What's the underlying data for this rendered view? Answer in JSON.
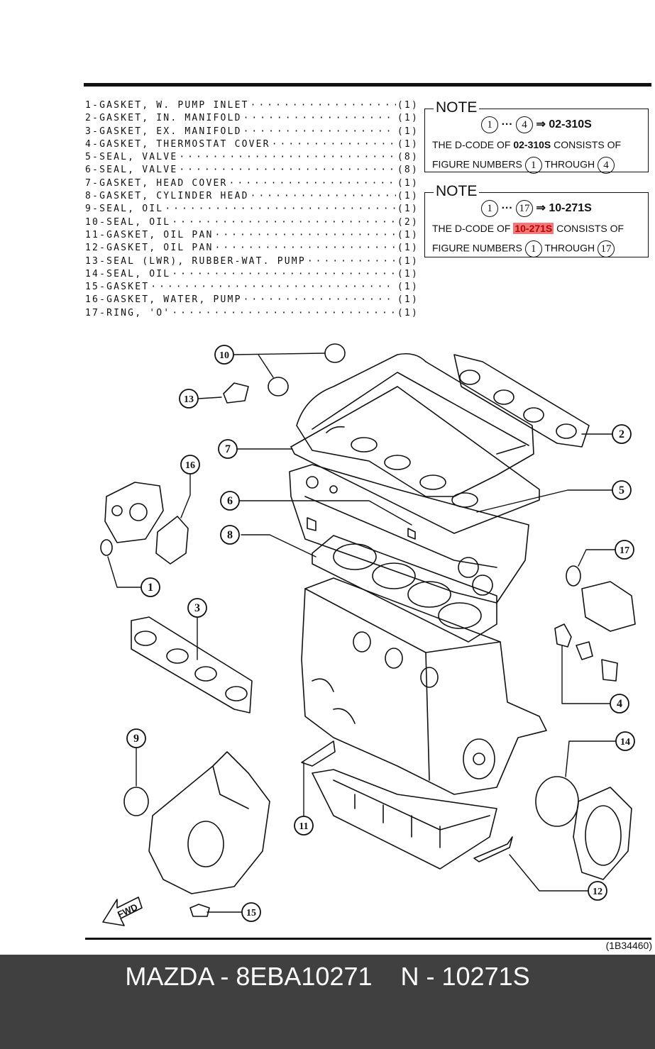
{
  "parts_list": [
    {
      "num": "1",
      "desc": "GASKET, W. PUMP INLET",
      "qty": "(1)"
    },
    {
      "num": "2",
      "desc": "GASKET, IN. MANIFOLD",
      "qty": "(1)"
    },
    {
      "num": "3",
      "desc": "GASKET, EX. MANIFOLD",
      "qty": "(1)"
    },
    {
      "num": "4",
      "desc": "GASKET, THERMOSTAT COVER",
      "qty": "(1)"
    },
    {
      "num": "5",
      "desc": "SEAL, VALVE",
      "qty": "(8)"
    },
    {
      "num": "6",
      "desc": "SEAL, VALVE",
      "qty": "(8)"
    },
    {
      "num": "7",
      "desc": "GASKET, HEAD COVER",
      "qty": "(1)"
    },
    {
      "num": "8",
      "desc": "GASKET, CYLINDER HEAD",
      "qty": "(1)"
    },
    {
      "num": "9",
      "desc": "SEAL, OIL",
      "qty": "(1)"
    },
    {
      "num": "10",
      "desc": "SEAL, OIL",
      "qty": "(2)"
    },
    {
      "num": "11",
      "desc": "GASKET, OIL PAN",
      "qty": "(1)"
    },
    {
      "num": "12",
      "desc": "GASKET, OIL PAN",
      "qty": "(1)"
    },
    {
      "num": "13",
      "desc": "SEAL (LWR), RUBBER-WAT. PUMP",
      "qty": "(1)"
    },
    {
      "num": "14",
      "desc": "SEAL, OIL",
      "qty": "(1)"
    },
    {
      "num": "15",
      "desc": "GASKET",
      "qty": "(1)"
    },
    {
      "num": "16",
      "desc": "GASKET, WATER, PUMP",
      "qty": "(1)"
    },
    {
      "num": "17",
      "desc": "RING, 'O'",
      "qty": "(1)"
    }
  ],
  "notes": [
    {
      "title": "NOTE",
      "from": "1",
      "to": "4",
      "arrow": "⇒",
      "code": "02-310S",
      "text_a": "THE D-CODE OF",
      "text_b": "CONSISTS OF",
      "text_c": "FIGURE NUMBERS",
      "text_d": "THROUGH",
      "highlight": false
    },
    {
      "title": "NOTE",
      "from": "1",
      "to": "17",
      "arrow": "⇒",
      "code": "10-271S",
      "text_a": "THE D-CODE OF",
      "text_b": "CONSISTS OF",
      "text_c": "FIGURE NUMBERS",
      "text_d": "THROUGH",
      "highlight": true
    }
  ],
  "callouts": [
    "1",
    "2",
    "3",
    "4",
    "5",
    "6",
    "7",
    "8",
    "9",
    "10",
    "11",
    "12",
    "13",
    "14",
    "15",
    "16",
    "17"
  ],
  "fwd_label": "FWD",
  "diagram_code": "(1B34460)",
  "footer_caption": "MAZDA - 8EBA10271    N - 10271S",
  "colors": {
    "footer_bg": "#404040",
    "highlight_bg": "#f07878",
    "highlight_text": "#c00000"
  }
}
